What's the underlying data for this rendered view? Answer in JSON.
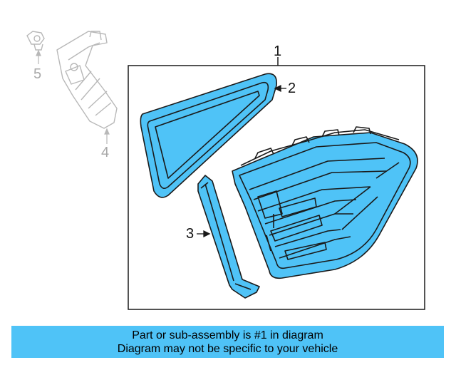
{
  "callouts": {
    "part_1": "1",
    "part_2": "2",
    "part_3": "3",
    "part_4": "4",
    "part_5": "5"
  },
  "colors": {
    "highlight": "#4fc3f7",
    "outline": "#1a1a1a",
    "faded": "#b0b0b0"
  },
  "banner": {
    "line1": "Part or sub-assembly is #1 in diagram",
    "line2": "Diagram may not be specific to your vehicle"
  }
}
